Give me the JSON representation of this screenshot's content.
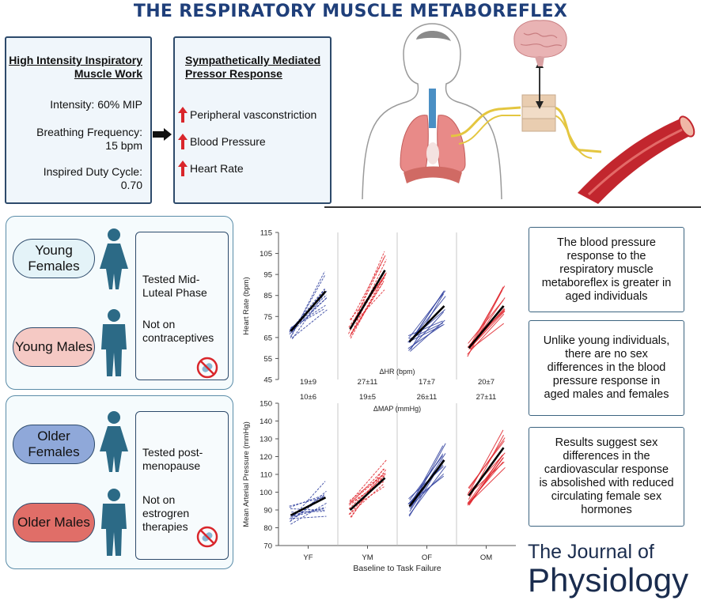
{
  "title": "THE RESPIRATORY MUSCLE METABOREFLEX",
  "stimulus": {
    "title": "High Intensity Inspiratory Muscle Work",
    "intensity": "Intensity:  60% MIP",
    "breathing_label": "Breathing Frequency:",
    "breathing_value": "15 bpm",
    "duty_label": "Inspired Duty Cycle:",
    "duty_value": "0.70"
  },
  "response": {
    "title": "Sympathetically Mediated Pressor Response",
    "items": [
      "Peripheral vasconstriction",
      "Blood Pressure",
      "Heart Rate"
    ]
  },
  "groups": {
    "young": {
      "females": "Young Females",
      "males": "Young Males",
      "tested": "Tested Mid-Luteal Phase",
      "not_on": "Not on contraceptives"
    },
    "older": {
      "females": "Older Females",
      "males": "Older Males",
      "tested": "Tested post-menopause",
      "not_on": "Not on estrogren therapies"
    }
  },
  "colors": {
    "title": "#1f3f7a",
    "young_female_pill": "#e4f3f8",
    "young_male_pill": "#f5c9c4",
    "older_female_pill": "#8fa8d9",
    "older_male_pill": "#e06e68",
    "person": "#2c6a86",
    "blue_series": "#2f3f9e",
    "red_series": "#e0242b"
  },
  "chart_data": [
    {
      "type": "line",
      "ylabel": "Heart Rate (bpm)",
      "ylim": [
        45,
        115
      ],
      "yticks": [
        45,
        55,
        65,
        75,
        85,
        95,
        105,
        115
      ],
      "categories": [
        "YF",
        "YM",
        "OF",
        "OM"
      ],
      "mean_lines": {
        "YF": [
          68,
          87
        ],
        "YM": [
          69,
          97
        ],
        "OF": [
          63,
          80
        ],
        "OM": [
          60,
          80
        ]
      },
      "delta_label": "ΔHR (bpm)",
      "delta_values": [
        "19±9",
        "27±11",
        "17±7",
        "20±7"
      ]
    },
    {
      "type": "line",
      "ylabel": "Mean Arterial Pressure (mmHg)",
      "xlabel": "Baseline to Task Failure",
      "ylim": [
        70,
        150
      ],
      "yticks": [
        70,
        80,
        90,
        100,
        110,
        120,
        130,
        140,
        150
      ],
      "categories": [
        "YF",
        "YM",
        "OF",
        "OM"
      ],
      "mean_lines": {
        "YF": [
          87,
          97
        ],
        "YM": [
          90,
          108
        ],
        "OF": [
          92,
          118
        ],
        "OM": [
          98,
          125
        ]
      },
      "delta_label": "ΔMAP (mmHg)",
      "delta_values": [
        "10±6",
        "19±5",
        "26±11",
        "27±11"
      ]
    }
  ],
  "conclusions": [
    "The blood pressure response to the respiratory muscle metaboreflex is greater in aged individuals",
    "Unlike young individuals, there are no sex differences in the blood pressure response in aged males and females",
    "Results suggest sex differences in the cardiovascular response is absolished with reduced circulating female sex hormones"
  ],
  "journal": {
    "line1": "The Journal of",
    "line2": "Physiology"
  }
}
